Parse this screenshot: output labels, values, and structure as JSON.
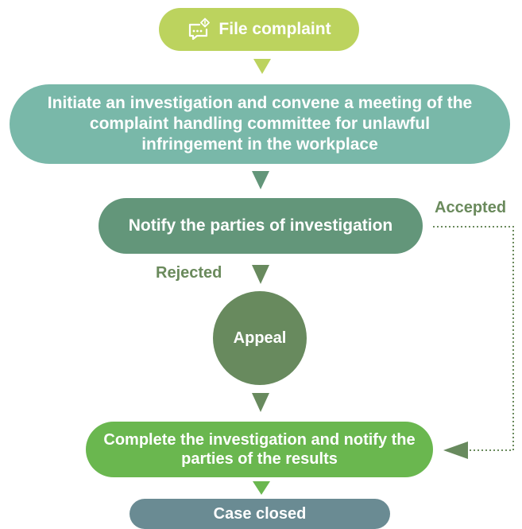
{
  "nodes": {
    "file_complaint": "File complaint",
    "initiate": "Initiate an investigation and convene a meeting of the complaint handling committee for unlawful infringement in the workplace",
    "notify_investigation": "Notify the parties of investigation",
    "appeal": "Appeal",
    "complete": "Complete the investigation and notify the parties of the results",
    "case_closed": "Case closed"
  },
  "labels": {
    "accepted": "Accepted",
    "rejected": "Rejected"
  },
  "icons": {
    "complaint": "chat-bubble-alert-icon"
  },
  "colors": {
    "file_complaint": "#bcd35e",
    "initiate": "#79b8a9",
    "notify_investigation": "#63967a",
    "appeal": "#688a5e",
    "complete": "#6ab74f",
    "case_closed": "#6a8b93",
    "label_text": "#6a8a5c"
  }
}
